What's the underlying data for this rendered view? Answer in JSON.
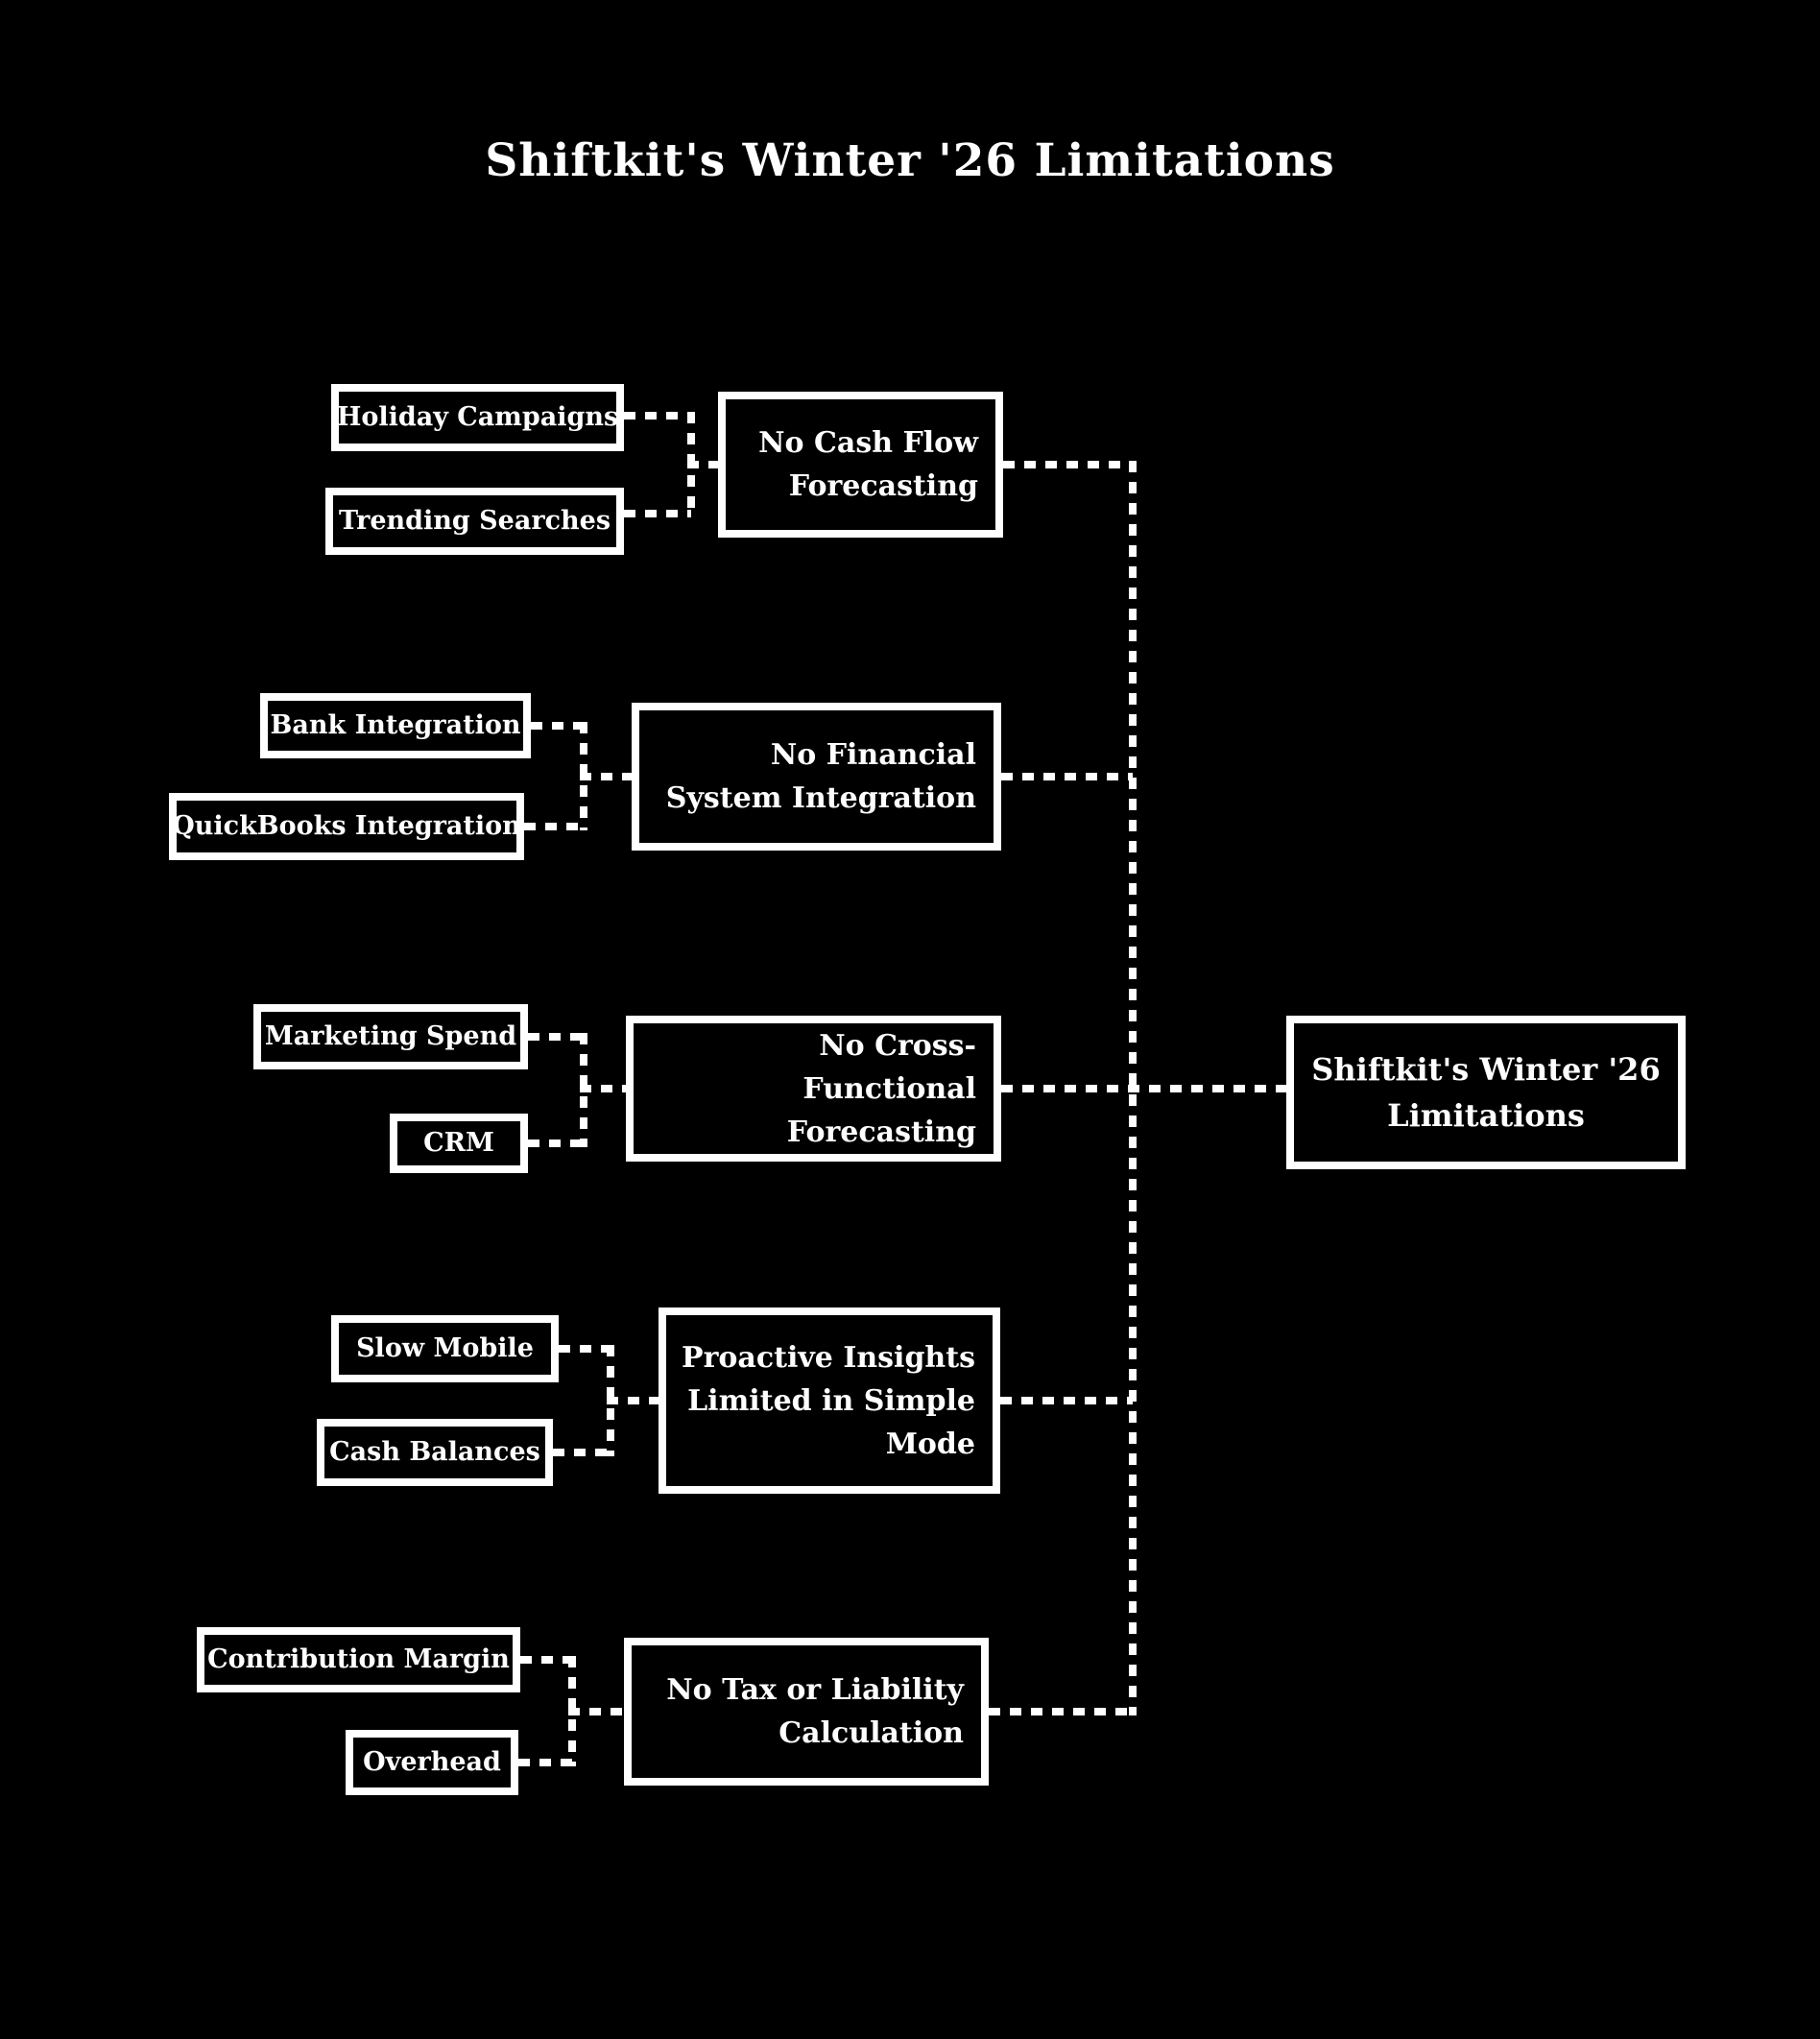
{
  "title": "Shiftkit's Winter '26 Limitations",
  "colors": {
    "background": "#000000",
    "foreground": "#ffffff"
  },
  "nodes": {
    "holiday_campaigns": {
      "label": "Holiday Campaigns"
    },
    "trending_searches": {
      "label": "Trending Searches"
    },
    "no_cash_flow": {
      "label": "No Cash Flow Forecasting"
    },
    "bank_integration": {
      "label": "Bank Integration"
    },
    "quickbooks_integration": {
      "label": "QuickBooks Integration"
    },
    "no_financial_system": {
      "label": "No Financial System Integration"
    },
    "marketing_spend": {
      "label": "Marketing Spend"
    },
    "crm": {
      "label": "CRM"
    },
    "no_cross_functional": {
      "label": "No Cross-Functional Forecasting"
    },
    "slow_mobile": {
      "label": "Slow Mobile"
    },
    "cash_balances": {
      "label": "Cash Balances"
    },
    "insights_limited": {
      "label": "Proactive Insights Limited in Simple Mode"
    },
    "contribution_margin": {
      "label": "Contribution Margin"
    },
    "overhead": {
      "label": "Overhead"
    },
    "no_tax_liability": {
      "label": "No Tax or Liability Calculation"
    },
    "root": {
      "label": "Shiftkit's Winter '26 Limitations"
    }
  },
  "edges": [
    {
      "from": "holiday_campaigns",
      "to": "no_cash_flow"
    },
    {
      "from": "trending_searches",
      "to": "no_cash_flow"
    },
    {
      "from": "bank_integration",
      "to": "no_financial_system"
    },
    {
      "from": "quickbooks_integration",
      "to": "no_financial_system"
    },
    {
      "from": "marketing_spend",
      "to": "no_cross_functional"
    },
    {
      "from": "crm",
      "to": "no_cross_functional"
    },
    {
      "from": "slow_mobile",
      "to": "insights_limited"
    },
    {
      "from": "cash_balances",
      "to": "insights_limited"
    },
    {
      "from": "contribution_margin",
      "to": "no_tax_liability"
    },
    {
      "from": "overhead",
      "to": "no_tax_liability"
    },
    {
      "from": "no_cash_flow",
      "to": "root"
    },
    {
      "from": "no_financial_system",
      "to": "root"
    },
    {
      "from": "no_cross_functional",
      "to": "root"
    },
    {
      "from": "insights_limited",
      "to": "root"
    },
    {
      "from": "no_tax_liability",
      "to": "root"
    }
  ]
}
